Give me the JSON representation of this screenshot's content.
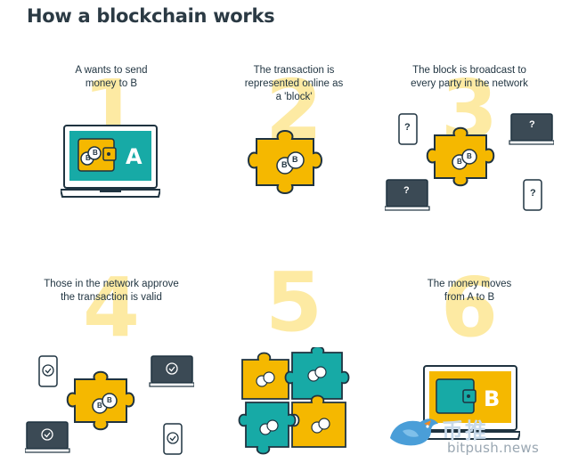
{
  "title": "How a blockchain works",
  "steps": [
    {
      "number": "1",
      "caption_line1": "A wants to send",
      "caption_line2": "money to B"
    },
    {
      "number": "2",
      "caption_line1": "The transaction is",
      "caption_line2": "represented online as",
      "caption_line3": "a 'block'"
    },
    {
      "number": "3",
      "caption_line1": "The block is broadcast to",
      "caption_line2": "every party in the network"
    },
    {
      "number": "4",
      "caption_line1": "Those in the network approve",
      "caption_line2": "the transaction is valid"
    },
    {
      "number": "5"
    },
    {
      "number": "6",
      "caption_line1": "The money moves",
      "caption_line2": "from A to B"
    }
  ],
  "screen_labels": {
    "sender": "A",
    "receiver": "B"
  },
  "coin_symbol": "B",
  "device_mark": "?",
  "watermark": {
    "brand_cn": "币推",
    "domain": "bitpush.news"
  },
  "colors": {
    "yellow": "#f5b800",
    "teal": "#17aaa6",
    "dark": "#1f3340",
    "number": "#fdeaa3",
    "screen_dark": "#3b4a55"
  },
  "icons": [
    "wallet-icon",
    "puzzle-piece-icon",
    "bitcoin-coin-icon",
    "laptop-icon",
    "phone-icon",
    "monitor-icon",
    "checkmark-icon",
    "question-mark-icon",
    "bird-logo-icon"
  ]
}
